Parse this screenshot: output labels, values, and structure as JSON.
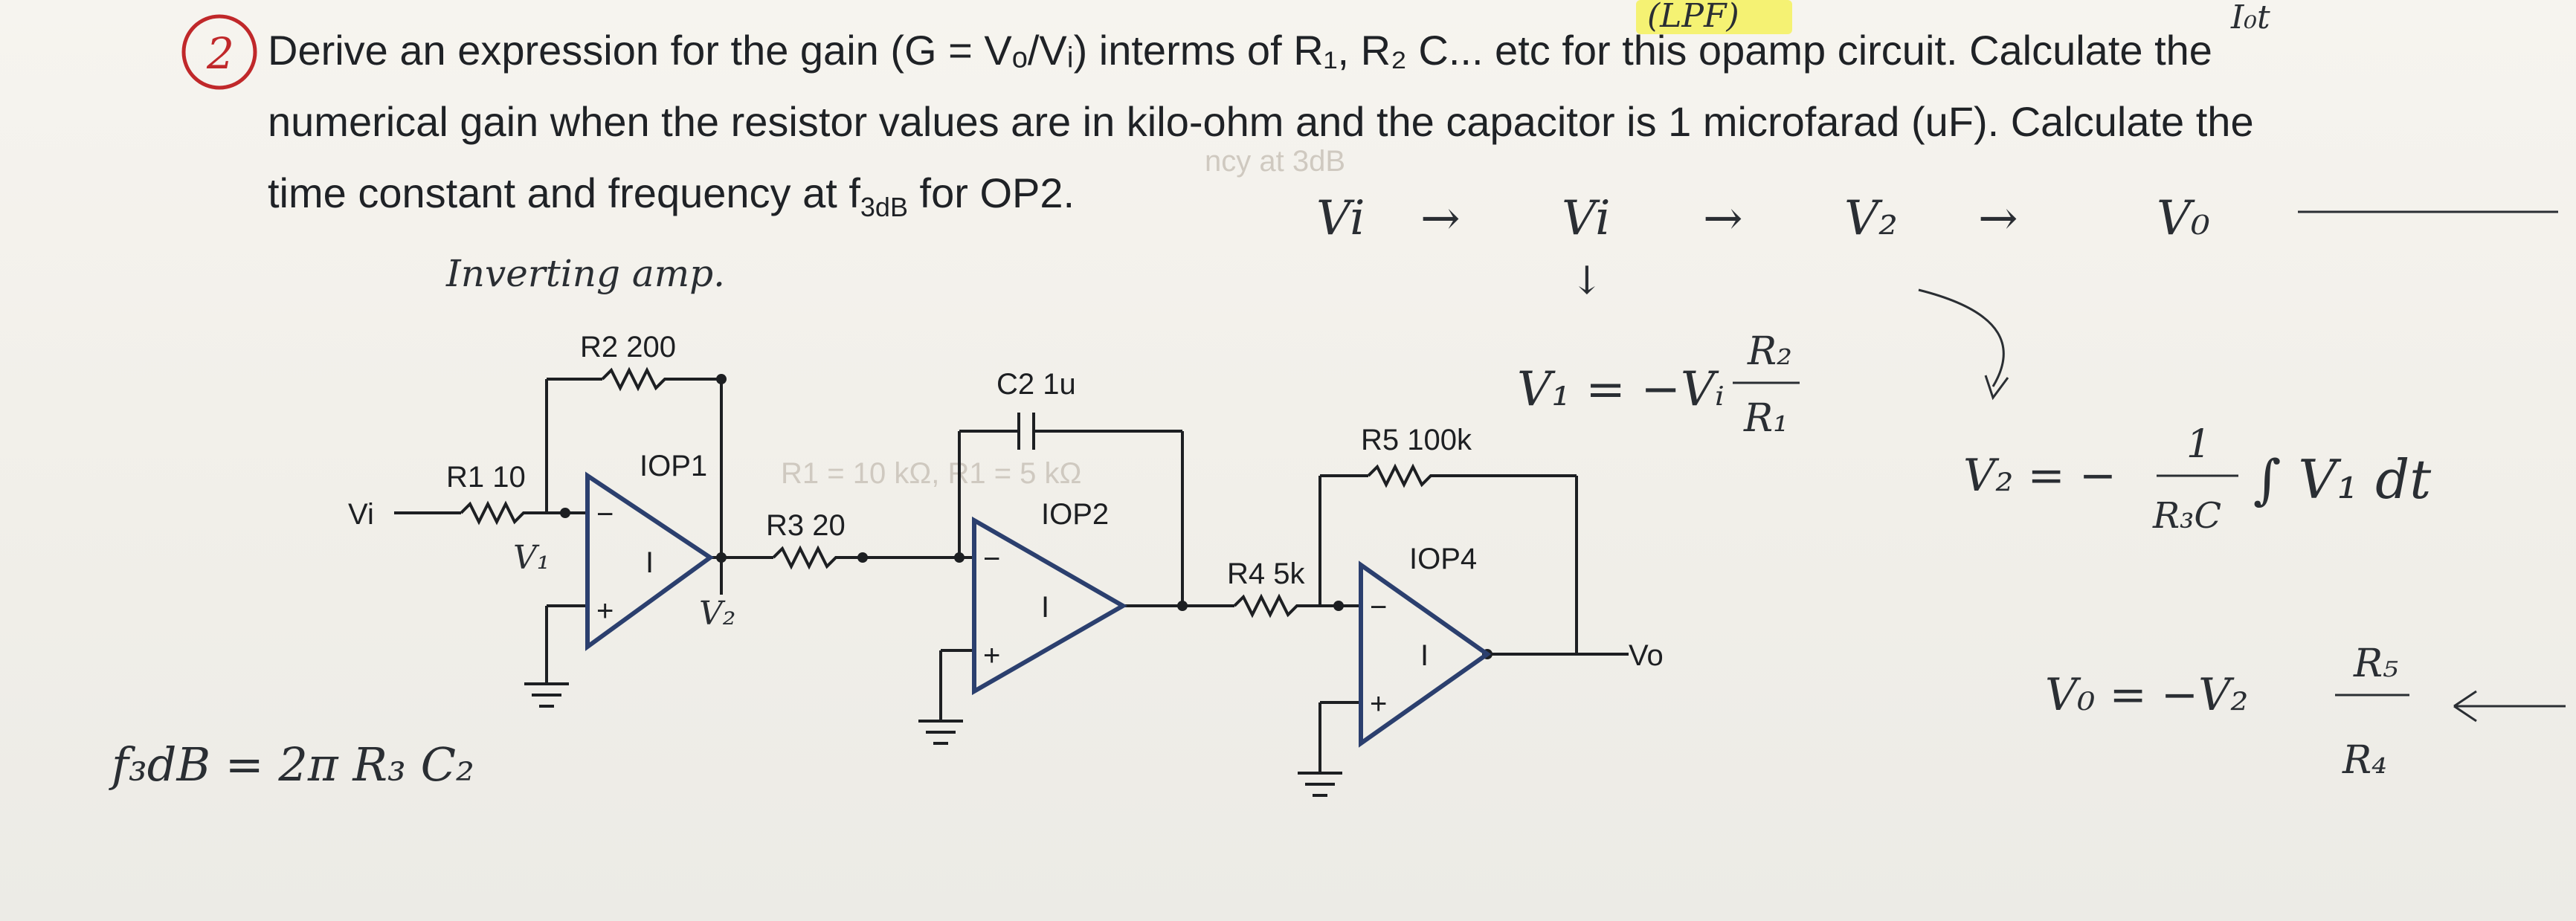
{
  "question": {
    "number_mark": "2",
    "highlight_note": "(LPF)",
    "corner_note": "I₀t",
    "line1": "Derive an expression for the gain (G = Vₒ/Vᵢ) interms of R₁, R₂ C... etc for this opamp circuit. Calculate the",
    "line2": "numerical gain when the resistor values are in kilo-ohm and the capacitor is 1 microfarad (uF). Calculate the",
    "line3_before": "time constant and frequency at f",
    "line3_sub": "3dB",
    "line3_after": " for OP2."
  },
  "circuit": {
    "input_label": "Vi",
    "output_label": "Vo",
    "components": {
      "r1": "R1 10",
      "r2": "R2 200",
      "r3": "R3 20",
      "r4": "R4 5k",
      "r5": "R5 100k",
      "c2": "C2 1u",
      "iop1": "IOP1",
      "iop2": "IOP2",
      "iop4": "IOP4"
    },
    "opamp_minus": "−",
    "opamp_plus": "+",
    "opamp_mark": "I"
  },
  "handwriting": {
    "inverting_amp": "Inverting amp.",
    "flow": [
      "Vi",
      "→",
      "Vi",
      "→",
      "V₂",
      "→",
      "V₀"
    ],
    "v1_eq_left": "V₁ = −Vᵢ",
    "v1_num": "R₂",
    "v1_den": "R₁",
    "v2_eq": "V₂ = −",
    "v2_num": "1",
    "v2_den": "R₃C",
    "v2_integral": "∫ V₁ dt",
    "vo_eq": "V₀ = −V₂",
    "vo_num": "R₅",
    "vo_den": "R₄",
    "f3db": "f₃dB = 2π R₃ C₂",
    "v1_node": "V₁",
    "v2_node": "V₂",
    "down_arrow": "↓"
  },
  "ghost_text": {
    "bg1": "ncy at 3dB",
    "bg2": "R1 = 10 kΩ, R1 = 5 kΩ"
  }
}
